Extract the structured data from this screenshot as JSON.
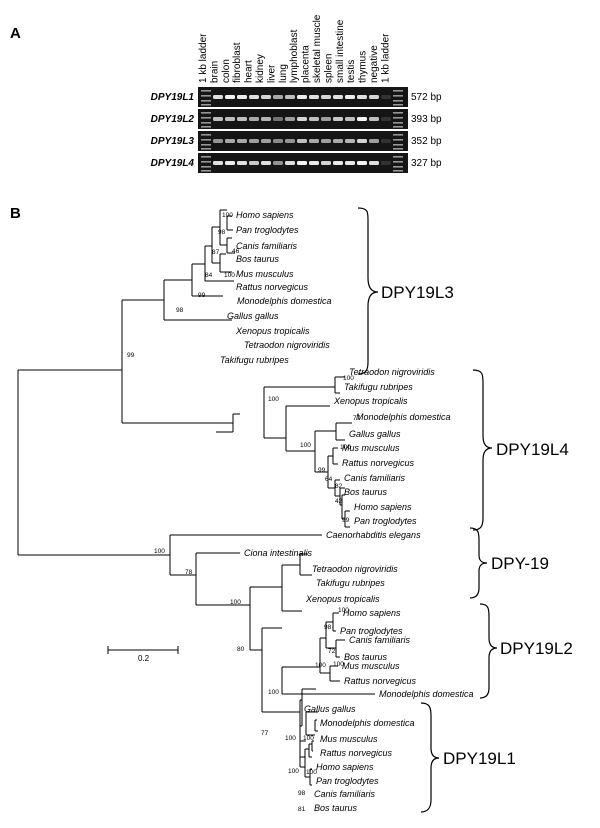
{
  "panels": {
    "a": "A",
    "b": "B"
  },
  "gel": {
    "lanes": [
      "1 kb ladder",
      "brain",
      "colon",
      "fibroblast",
      "heart",
      "kidney",
      "liver",
      "lung",
      "lymphoblast",
      "placenta",
      "skeletal muscle",
      "spleen",
      "small intestine",
      "testis",
      "thymus",
      "negative",
      "1 kb ladder"
    ],
    "rows": [
      {
        "gene": "DPY19L1",
        "size": "572 bp"
      },
      {
        "gene": "DPY19L2",
        "size": "393 bp"
      },
      {
        "gene": "DPY19L3",
        "size": "352 bp"
      },
      {
        "gene": "DPY19L4",
        "size": "327 bp"
      }
    ]
  },
  "tree": {
    "taxa": {
      "l3_hs": "Homo sapiens",
      "l3_pt": "Pan troglodytes",
      "l3_cf": "Canis familiaris",
      "l3_bt": "Bos taurus",
      "l3_mm": "Mus musculus",
      "l3_rn": "Rattus norvegicus",
      "l3_md": "Monodelphis domestica",
      "l3_gg": "Gallus gallus",
      "l3_xt": "Xenopus tropicalis",
      "l3_tn": "Tetraodon nigroviridis",
      "l3_tr": "Takifugu rubripes",
      "l4_tn": "Tetraodon nigroviridis",
      "l4_tr": "Takifugu rubripes",
      "l4_xt": "Xenopus tropicalis",
      "l4_md": "Monodelphis domestica",
      "l4_gg": "Gallus gallus",
      "l4_mm": "Mus musculus",
      "l4_rn": "Rattus norvegicus",
      "l4_cf": "Canis familiaris",
      "l4_bt": "Bos taurus",
      "l4_hs": "Homo sapiens",
      "l4_pt": "Pan troglodytes",
      "d_ce": "Caenorhabditis elegans",
      "d_ci": "Ciona intestinalis",
      "d_tn": "Tetraodon nigroviridis",
      "d_tr": "Takifugu rubripes",
      "d_xt": "Xenopus tropicalis",
      "l2_hs": "Homo sapiens",
      "l2_pt": "Pan troglodytes",
      "l2_cf": "Canis familiaris",
      "l2_bt": "Bos taurus",
      "l2_mm": "Mus musculus",
      "l2_rn": "Rattus norvegicus",
      "l2_md": "Monodelphis domestica",
      "l1_gg": "Gallus gallus",
      "l1_md": "Monodelphis domestica",
      "l1_mm": "Mus musculus",
      "l1_rn": "Rattus norvegicus",
      "l1_hs": "Homo sapiens",
      "l1_pt": "Pan troglodytes",
      "l1_cf": "Canis familiaris",
      "l1_bt": "Bos taurus"
    },
    "bootstraps": {
      "b1": "100",
      "b2": "98",
      "b3": "46",
      "b4": "87",
      "b5": "100",
      "b6": "84",
      "b7": "99",
      "b8": "98",
      "b9": "99",
      "b10": "100",
      "b11": "100",
      "b12": "77",
      "b13": "99",
      "b14": "100",
      "b15": "64",
      "b16": "82",
      "b17": "42",
      "b18": "99",
      "b19": "100",
      "b20": "78",
      "b21": "100",
      "b22": "80",
      "b23": "100",
      "b24": "98",
      "b25": "72",
      "b26": "100",
      "b27": "100",
      "b28": "100",
      "b29": "77",
      "b30": "100",
      "b31": "100",
      "b32": "100",
      "b33": "100",
      "b34": "98",
      "b35": "81"
    },
    "clades": [
      "DPY19L3",
      "DPY19L4",
      "DPY-19",
      "DPY19L2",
      "DPY19L1"
    ],
    "scale_label": "0.2"
  }
}
